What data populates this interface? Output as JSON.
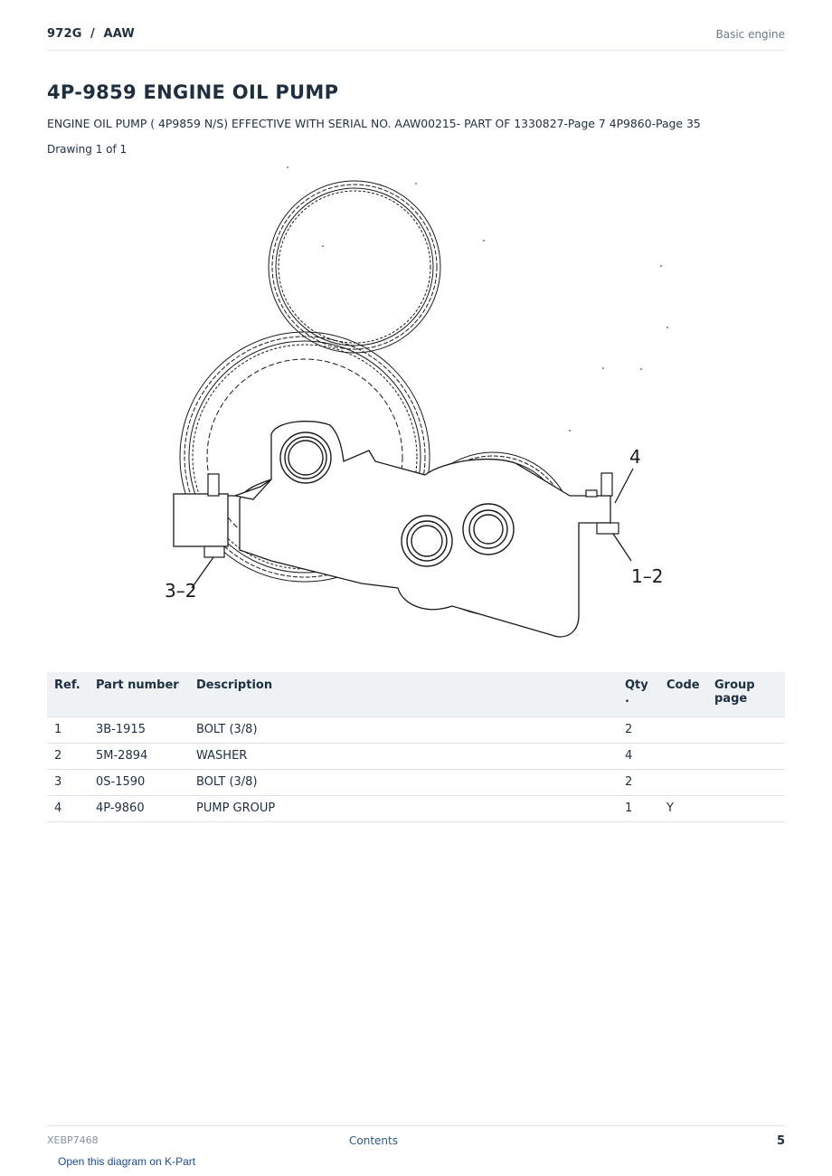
{
  "header": {
    "model": "972G  /  AAW",
    "section": "Basic engine"
  },
  "title": "4P-9859 ENGINE OIL PUMP",
  "subtitle": "ENGINE OIL PUMP ( 4P9859 N/S) EFFECTIVE WITH SERIAL NO. AAW00215- PART OF 1330827-Page 7 4P9860-Page 35",
  "drawing_count": "Drawing 1 of 1",
  "diagram": {
    "callouts": [
      "4",
      "1–2",
      "3–2"
    ]
  },
  "table": {
    "headers": {
      "ref": "Ref.",
      "part": "Part number",
      "desc": "Description",
      "qty": "Qty\n.",
      "code": "Code",
      "group": "Group\npage"
    },
    "rows": [
      {
        "ref": "1",
        "part": "3B-1915",
        "desc": "BOLT (3/8)",
        "qty": "2",
        "code": "",
        "group": ""
      },
      {
        "ref": "2",
        "part": "5M-2894",
        "desc": "WASHER",
        "qty": "4",
        "code": "",
        "group": ""
      },
      {
        "ref": "3",
        "part": "0S-1590",
        "desc": "BOLT (3/8)",
        "qty": "2",
        "code": "",
        "group": ""
      },
      {
        "ref": "4",
        "part": "4P-9860",
        "desc": "PUMP GROUP",
        "qty": "1",
        "code": "Y",
        "group": ""
      }
    ]
  },
  "footer": {
    "doc_id": "XEBP7468",
    "contents": "Contents",
    "page": "5"
  },
  "kpart_link": "Open this diagram on K-Part"
}
